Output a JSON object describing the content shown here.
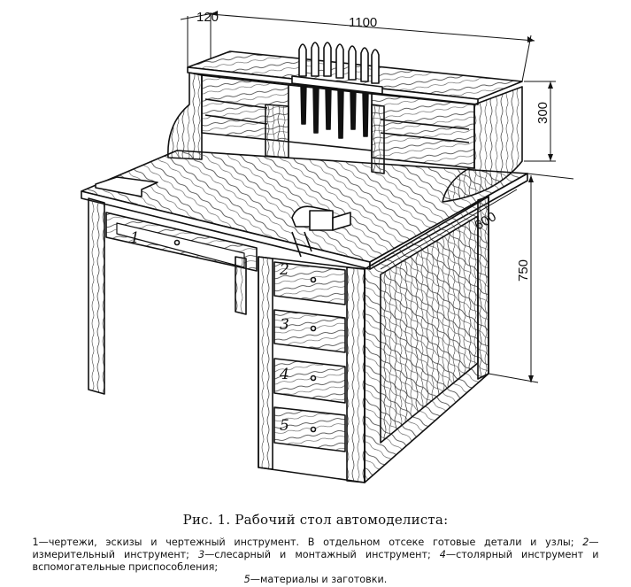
{
  "dimensions": {
    "top_shelf_depth": "120",
    "total_width": "1100",
    "shelf_height": "300",
    "depth": "600",
    "height": "750"
  },
  "drawer_numbers": [
    "1",
    "2",
    "3",
    "4",
    "5"
  ],
  "caption": {
    "title": "Рис. 1. Рабочий стол автомоделиста:",
    "items": [
      {
        "num": "1",
        "text": "—чертежи, эскизы и чертежный инструмент. В отдельном отсеке готовые детали и узлы; "
      },
      {
        "num": "2",
        "text": "—измерительный инструмент; "
      },
      {
        "num": "3",
        "text": "—слесарный и монтажный инструмент; "
      },
      {
        "num": "4",
        "text": "—столярный инструмент и вспомогательные приспособления; "
      },
      {
        "num": "5",
        "text": "—материалы и заготовки."
      }
    ]
  }
}
